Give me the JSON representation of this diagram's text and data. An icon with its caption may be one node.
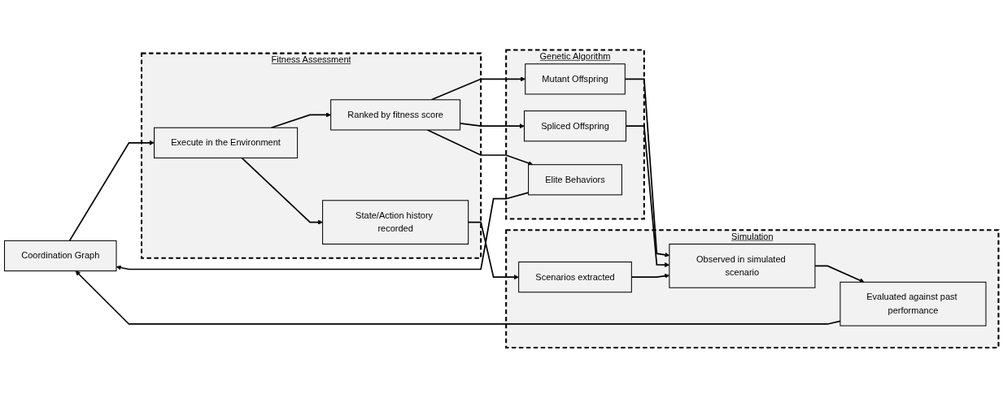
{
  "diagram": {
    "nodes": [
      {
        "text": [
          "Coordination Graph"
        ]
      },
      {
        "text": [
          "Fitness Assessment"
        ]
      },
      {
        "text": [
          "State/Action history recorded"
        ],
        "in": 1
      },
      {
        "text": [
          "Execute in the Environment"
        ],
        "in": 1
      },
      {
        "text": [
          "Ranked by fitness score"
        ],
        "in": 1
      },
      {
        "text": [
          "Genetic Algorithm"
        ]
      },
      {
        "text": [
          "Mutant Offspring"
        ],
        "in": 5
      },
      {
        "text": [
          "Spliced Offspring"
        ],
        "in": 5
      },
      {
        "text": [
          "Elite Behaviors"
        ],
        "in": 5
      },
      {
        "text": [
          "Simulation"
        ]
      },
      {
        "text": [
          "Scenarios extracted"
        ],
        "in": 9
      },
      {
        "text": [
          "Observed in simulated scenario"
        ],
        "in": 9
      },
      {
        "text": [
          "Evaluated against past performance"
        ],
        "in": 9
      }
    ],
    "edges": [
      {
        "from": 0,
        "to": 3,
        "arrow": "to"
      },
      {
        "from": 3,
        "to": 2,
        "arrow": "to"
      },
      {
        "from": 3,
        "to": 4,
        "arrow": "to"
      },
      {
        "from": 4,
        "to": 6,
        "arrow": "to"
      },
      {
        "from": 4,
        "to": 7,
        "arrow": "to"
      },
      {
        "from": 4,
        "to": 8,
        "arrow": "to"
      },
      {
        "from": 2,
        "to": 10,
        "arrow": "to"
      },
      {
        "from": 6,
        "to": 11,
        "arrow": "to"
      },
      {
        "from": 7,
        "to": 11,
        "arrow": "to"
      },
      {
        "from": 10,
        "to": 11,
        "arrow": "to"
      },
      {
        "from": 11,
        "to": 12,
        "arrow": "to"
      },
      {
        "from": 8,
        "to": 0,
        "arrow": "to"
      },
      {
        "from": 12,
        "to": 0,
        "arrow": "to"
      }
    ]
  }
}
